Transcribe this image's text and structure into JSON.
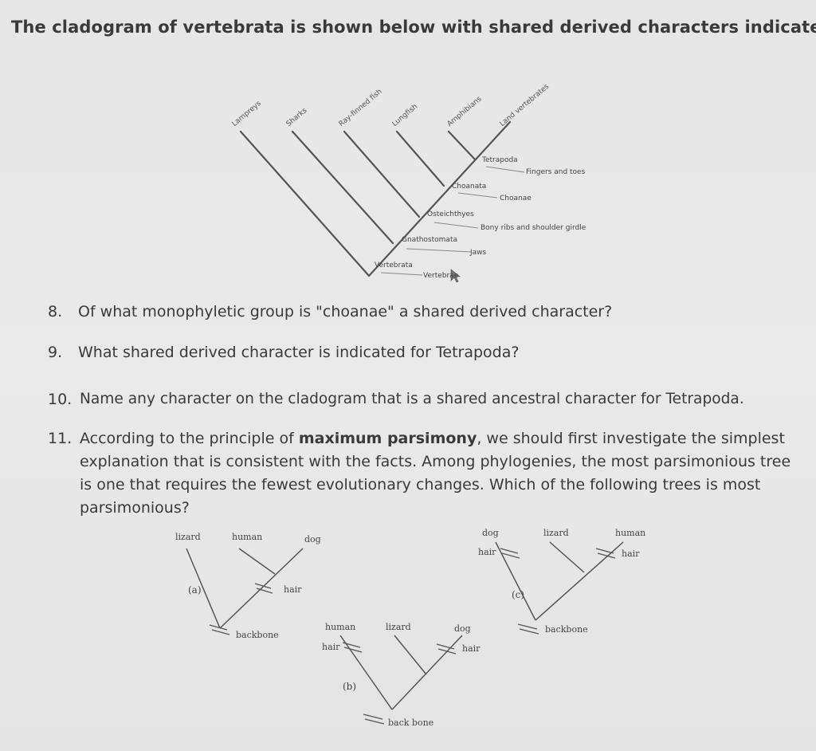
{
  "title": "The cladogram of vertebrata is shown below with shared derived characters indicated.",
  "cladogram": {
    "taxa": [
      "Lampreys",
      "Sharks",
      "Ray-finned fish",
      "Lungfish",
      "Amphibians",
      "Land vertebrates"
    ],
    "nodes": [
      "Tetrapoda",
      "Choanata",
      "Osteichthyes",
      "Gnathostomata",
      "Vertebrata"
    ],
    "characters": [
      "Fingers and toes",
      "Choanae",
      "Bony ribs and shoulder girdle",
      "Jaws",
      "Vertebrae"
    ]
  },
  "questions": [
    {
      "num": "8.",
      "text": "Of what monophyletic group is \"choanae\" a shared derived character?"
    },
    {
      "num": "9.",
      "text": "What shared derived character is indicated for Tetrapoda?"
    },
    {
      "num": "10.",
      "text": "Name any character on the cladogram that is a shared ancestral character for Tetrapoda."
    },
    {
      "num": "11.",
      "text_before": "According to the principle of ",
      "bold": "maximum parsimony",
      "text_after": ", we should first investigate the simplest explanation that is consistent with the facts. Among phylogenies, the most parsimonious tree is one that requires the fewest evolutionary changes. Which of the following trees is most parsimonious?"
    }
  ],
  "trees": {
    "a": {
      "label": "(a)",
      "taxa": [
        "lizard",
        "human",
        "dog"
      ],
      "chars": [
        "hair",
        "backbone"
      ]
    },
    "b": {
      "label": "(b)",
      "taxa": [
        "human",
        "lizard",
        "dog"
      ],
      "chars": [
        "hair",
        "hair",
        "back bone"
      ]
    },
    "c": {
      "label": "(c)",
      "taxa": [
        "dog",
        "lizard",
        "human"
      ],
      "chars": [
        "hair",
        "hair",
        "backbone"
      ]
    }
  }
}
